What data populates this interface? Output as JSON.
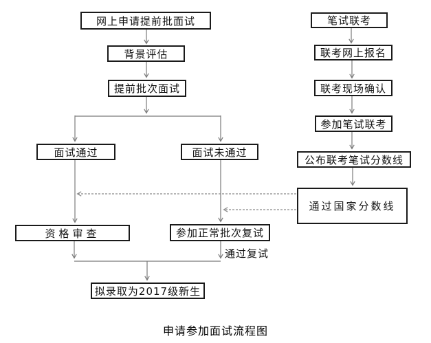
{
  "caption": "申请参加面试流程图",
  "nodes": {
    "online_apply": "网上申请提前批面试",
    "background_eval": "背景评估",
    "early_batch_interview": "提前批次面试",
    "interview_passed": "面试通过",
    "interview_failed": "面试未通过",
    "qualification_review": "资格审查",
    "normal_batch_retest": "参加正常批次复试",
    "admission": "拟录取为2017级新生",
    "written_joint_exam": "笔试联考",
    "joint_online_register": "联考网上报名",
    "joint_onsite_confirm": "联考现场确认",
    "take_written_exam": "参加笔试联考",
    "announce_score_line": "公布联考笔试分数线",
    "pass_national_line": "通过国家分数线"
  },
  "edge_labels": {
    "pass_retest": "通过复试"
  },
  "edges": [
    {
      "from": "online_apply",
      "to": "background_eval",
      "style": "solid"
    },
    {
      "from": "background_eval",
      "to": "early_batch_interview",
      "style": "solid"
    },
    {
      "from": "early_batch_interview",
      "to": "interview_passed",
      "style": "solid"
    },
    {
      "from": "early_batch_interview",
      "to": "interview_failed",
      "style": "solid"
    },
    {
      "from": "interview_passed",
      "to": "qualification_review",
      "style": "solid"
    },
    {
      "from": "interview_failed",
      "to": "normal_batch_retest",
      "style": "solid"
    },
    {
      "from": "qualification_review",
      "to": "admission",
      "style": "solid"
    },
    {
      "from": "normal_batch_retest",
      "to": "admission",
      "style": "solid",
      "label": "通过复试"
    },
    {
      "from": "written_joint_exam",
      "to": "joint_online_register",
      "style": "solid"
    },
    {
      "from": "joint_online_register",
      "to": "joint_onsite_confirm",
      "style": "solid"
    },
    {
      "from": "joint_onsite_confirm",
      "to": "take_written_exam",
      "style": "solid"
    },
    {
      "from": "take_written_exam",
      "to": "announce_score_line",
      "style": "solid"
    },
    {
      "from": "announce_score_line",
      "to": "pass_national_line",
      "style": "solid"
    },
    {
      "from": "pass_national_line",
      "to": "qualification_review",
      "style": "dashed"
    },
    {
      "from": "pass_national_line",
      "to": "normal_batch_retest",
      "style": "dashed"
    }
  ],
  "colors": {
    "background": "#ffffff",
    "box_border": "#1a1a1a",
    "text": "#111111",
    "connector": "#7a7a7a",
    "dashed_connector": "#8a8a8a"
  }
}
